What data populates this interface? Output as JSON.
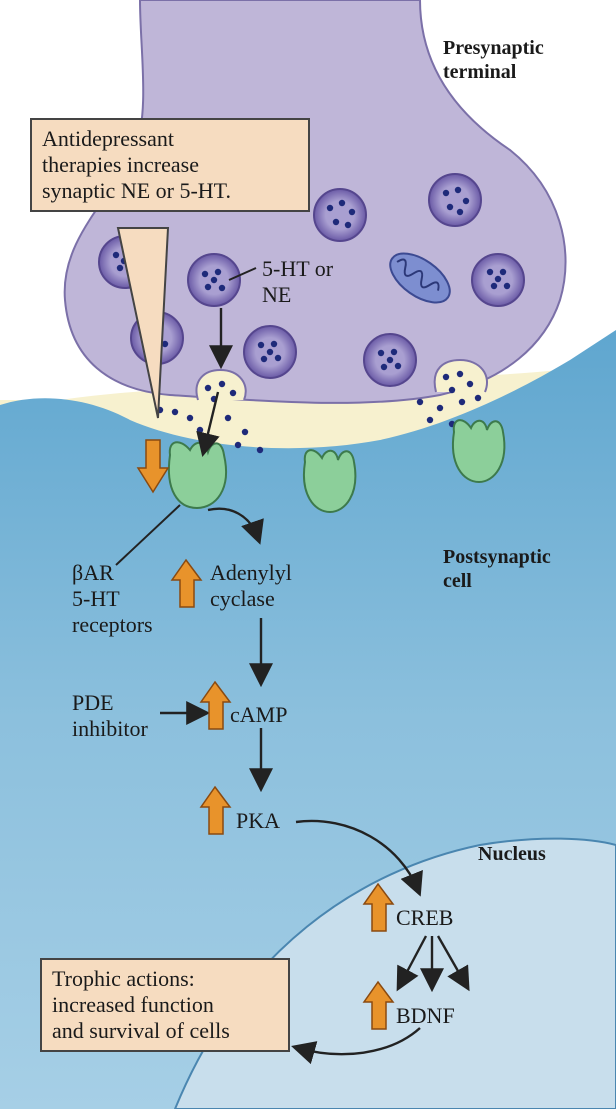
{
  "labels": {
    "presynaptic": "Presynaptic\nterminal",
    "postsynaptic": "Postsynaptic\ncell",
    "nucleus": "Nucleus",
    "antidepressant_box": "Antidepressant\ntherapies increase\nsynaptic NE or 5-HT.",
    "ht_ne": "5-HT or\nNE",
    "receptors": "βAR\n5-HT\nreceptors",
    "adenylyl": "Adenylyl\ncyclase",
    "pde": "PDE\ninhibitor",
    "camp": "cAMP",
    "pka": "PKA",
    "creb": "CREB",
    "bdnf": "BDNF",
    "trophic_box": "Trophic actions:\nincreased function\nand survival of cells"
  },
  "colors": {
    "presynaptic_fill": "#bfb6d8",
    "synaptic_cleft": "#f7f1cf",
    "postsynaptic_fill": "#7fb6d6",
    "nucleus_fill": "#c8deec",
    "vesicle": "#7a6bb0",
    "vesicle_dot": "#1e2a7a",
    "receptor": "#8ccf9a",
    "up_arrow": "#e8932b",
    "box_fill": "#f6dcc0"
  },
  "icons": {
    "up_arrow": "orange-up-arrow-icon",
    "down_arrow": "orange-down-arrow-icon",
    "mitochondrion": "mitochondrion-icon"
  }
}
